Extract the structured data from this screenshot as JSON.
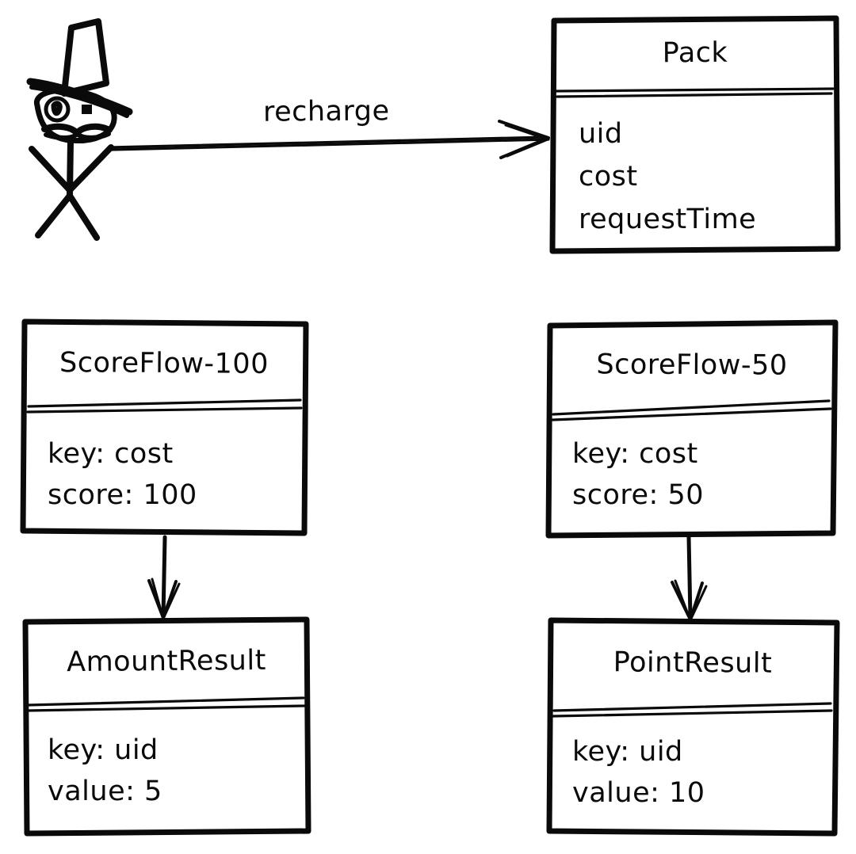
{
  "diagram": {
    "type": "hand-drawn-uml-class-diagram",
    "background_color": "#ffffff",
    "ink_color": "#0a0a0a",
    "actor": {
      "name": "actor-stick-figure",
      "description": "stick figure with top hat, monocle and mustache"
    },
    "edges": [
      {
        "id": "recharge",
        "label": "recharge",
        "from": "actor-stick-figure",
        "to": "pack",
        "arrowhead": "open"
      },
      {
        "id": "scoreflow100-to-amountresult",
        "label": "",
        "from": "scoreflow-100",
        "to": "amount-result",
        "arrowhead": "open"
      },
      {
        "id": "scoreflow50-to-pointresult",
        "label": "",
        "from": "scoreflow-50",
        "to": "point-result",
        "arrowhead": "open"
      }
    ],
    "classes": {
      "pack": {
        "id": "pack",
        "title": "Pack",
        "attributes": [
          "uid",
          "cost",
          "requestTime"
        ]
      },
      "scoreflow_100": {
        "id": "scoreflow-100",
        "title": "ScoreFlow-100",
        "attributes": [
          "key: cost",
          "score: 100"
        ]
      },
      "scoreflow_50": {
        "id": "scoreflow-50",
        "title": "ScoreFlow-50",
        "attributes": [
          "key: cost",
          "score: 50"
        ]
      },
      "amount_result": {
        "id": "amount-result",
        "title": "AmountResult",
        "attributes": [
          "key: uid",
          "value: 5"
        ]
      },
      "point_result": {
        "id": "point-result",
        "title": "PointResult",
        "attributes": [
          "key: uid",
          "value: 10"
        ]
      }
    }
  }
}
